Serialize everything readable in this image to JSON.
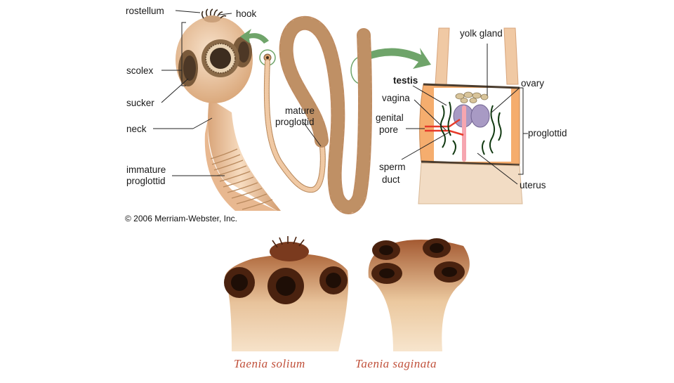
{
  "diagram": {
    "labels": {
      "rostellum": "rostellum",
      "hook": "hook",
      "scolex": "scolex",
      "sucker": "sucker",
      "neck": "neck",
      "immature_proglottid_1": "immature",
      "immature_proglottid_2": "proglottid",
      "mature_proglottid_1": "mature",
      "mature_proglottid_2": "proglottid",
      "yolk_gland": "yolk gland",
      "testis": "testis",
      "ovary": "ovary",
      "vagina": "vagina",
      "genital_pore_1": "genital",
      "genital_pore_2": "pore",
      "proglottid": "proglottid",
      "sperm_duct_1": "sperm",
      "sperm_duct_2": "duct",
      "uterus": "uterus"
    },
    "copyright": "© 2006 Merriam-Webster, Inc."
  },
  "photos": {
    "left_caption": "Taenia solium",
    "right_caption": "Taenia saginata"
  },
  "colors": {
    "tissue": "#f0c9a4",
    "segment_outline": "#b98a5e",
    "arrow": "#6fa46a",
    "photo_brown": "#7a3a1e",
    "caption": "#c0503a"
  }
}
